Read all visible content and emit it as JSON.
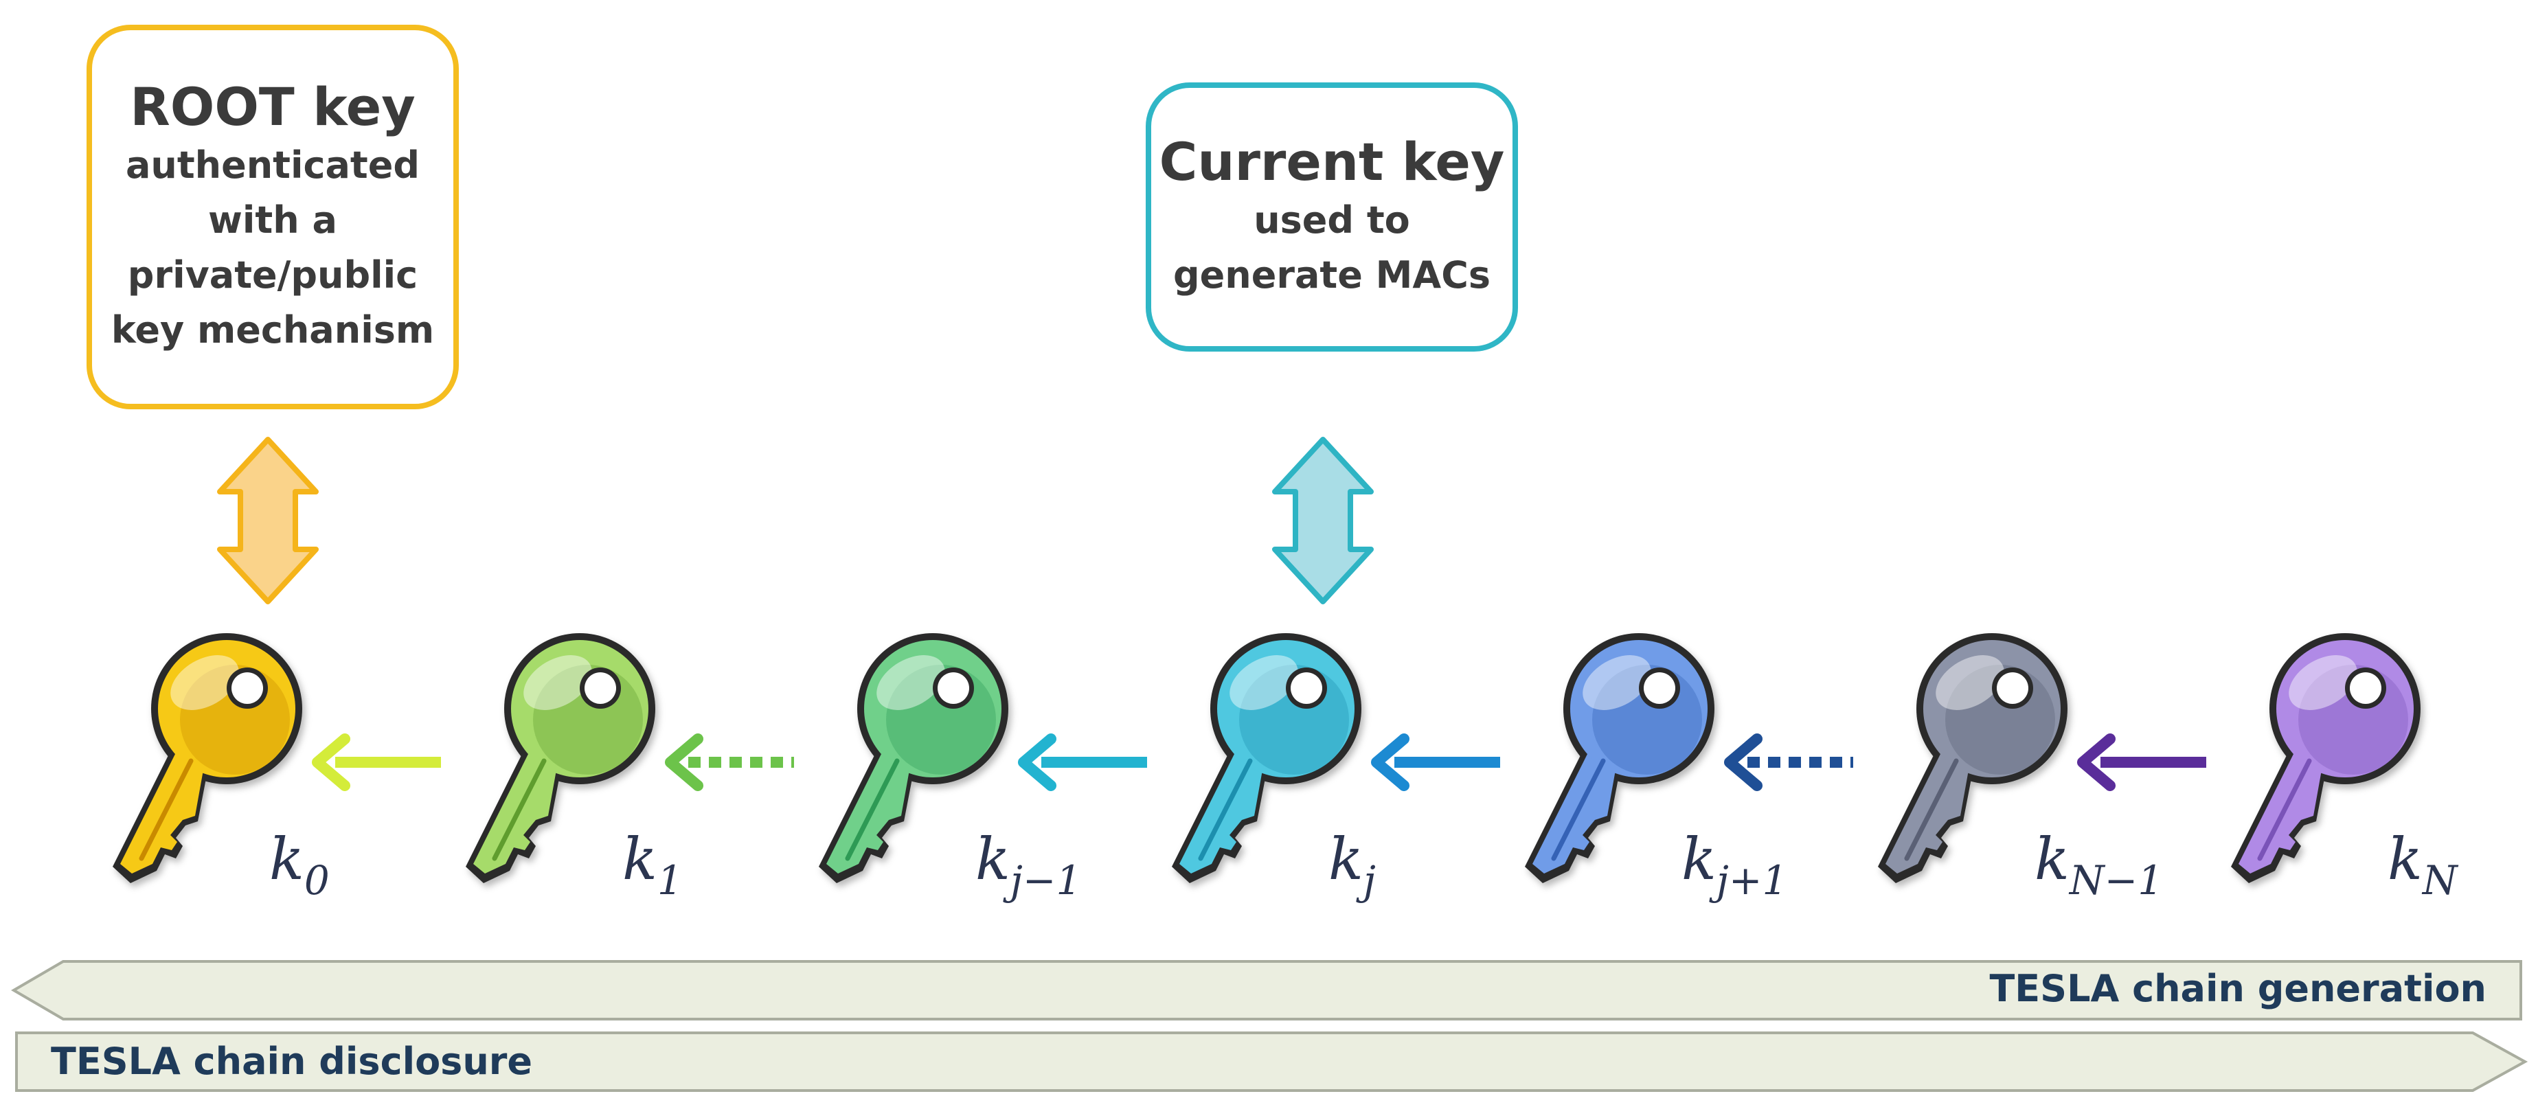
{
  "root_box": {
    "title": "ROOT key",
    "lines": [
      "authenticated",
      "with a",
      "private/public",
      "key mechanism"
    ],
    "color": "#f5bd1f"
  },
  "current_box": {
    "title": "Current key",
    "lines": [
      "used to",
      "generate MACs"
    ],
    "color": "#2fb6c6"
  },
  "keys": [
    {
      "name": "k",
      "sub": "0",
      "color": "#f6c915",
      "dark": "#c98a00"
    },
    {
      "name": "k",
      "sub": "1",
      "color": "#a6db6a",
      "dark": "#5f9d2e"
    },
    {
      "name": "k",
      "sub": "j−1",
      "color": "#6fd08a",
      "dark": "#2f9a55"
    },
    {
      "name": "k",
      "sub": "j",
      "color": "#4fc8e0",
      "dark": "#1a8fae"
    },
    {
      "name": "k",
      "sub": "j+1",
      "color": "#6f9ce8",
      "dark": "#3562b5"
    },
    {
      "name": "k",
      "sub": "N−1",
      "color": "#8c93a8",
      "dark": "#5a6075"
    },
    {
      "name": "k",
      "sub": "N",
      "color": "#b08ae6",
      "dark": "#7a52b8"
    }
  ],
  "chain_arrows": [
    {
      "style": "solid",
      "color": "#d4ec3a"
    },
    {
      "style": "dotted",
      "color": "#6cc34a"
    },
    {
      "style": "solid",
      "color": "#22b3d0"
    },
    {
      "style": "solid",
      "color": "#1c8ad2"
    },
    {
      "style": "dotted",
      "color": "#1f4f96"
    },
    {
      "style": "solid",
      "color": "#5a2d9a"
    }
  ],
  "bands": {
    "generation": "TESLA chain generation",
    "disclosure": "TESLA chain disclosure",
    "fill": "#ebeee0",
    "stroke": "#a9ad9f"
  }
}
